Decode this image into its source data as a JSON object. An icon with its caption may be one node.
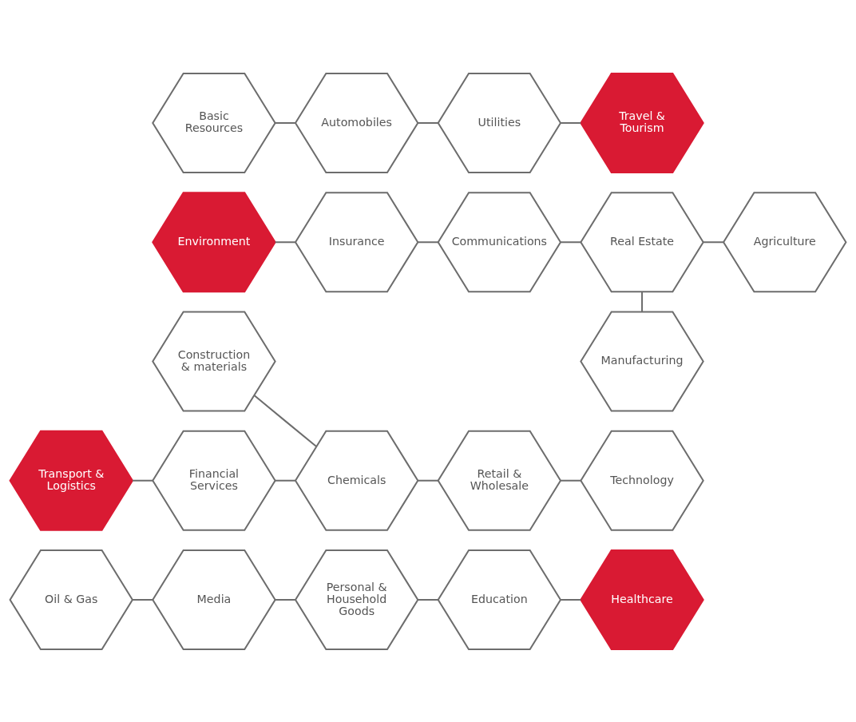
{
  "diagram": {
    "nodes": [
      {
        "text": [
          "Basic Resources"
        ]
      },
      {
        "text": [
          "Automobiles"
        ]
      },
      {
        "text": [
          "Utilities"
        ]
      },
      {
        "text": [
          "Travel & Tourism"
        ]
      },
      {
        "text": [
          "Environment"
        ]
      },
      {
        "text": [
          "Insurance"
        ]
      },
      {
        "text": [
          "Communications"
        ]
      },
      {
        "text": [
          "Real Estate"
        ]
      },
      {
        "text": [
          "Agriculture"
        ]
      },
      {
        "text": [
          "Manufacturing"
        ]
      },
      {
        "text": [
          "Construction & materials"
        ]
      },
      {
        "text": [
          "Transport & Logistics"
        ]
      },
      {
        "text": [
          "Financial Services"
        ]
      },
      {
        "text": [
          "Chemicals"
        ]
      },
      {
        "text": [
          "Retail & Wholesale"
        ]
      },
      {
        "text": [
          "Technology"
        ]
      },
      {
        "text": [
          "Oil & Gas"
        ]
      },
      {
        "text": [
          "Media"
        ]
      },
      {
        "text": [
          "Personal & Household Goods"
        ]
      },
      {
        "text": [
          "Education"
        ]
      },
      {
        "text": [
          "Healthcare"
        ]
      }
    ],
    "edges": [
      {
        "from": 0,
        "to": 1,
        "arrow": "none"
      },
      {
        "from": 1,
        "to": 2,
        "arrow": "none"
      },
      {
        "from": 2,
        "to": 3,
        "arrow": "none"
      },
      {
        "from": 4,
        "to": 5,
        "arrow": "none"
      },
      {
        "from": 5,
        "to": 6,
        "arrow": "none"
      },
      {
        "from": 6,
        "to": 7,
        "arrow": "none"
      },
      {
        "from": 7,
        "to": 8,
        "arrow": "none"
      },
      {
        "from": 7,
        "to": 9,
        "arrow": "none"
      },
      {
        "from": 11,
        "to": 12,
        "arrow": "none"
      },
      {
        "from": 12,
        "to": 13,
        "arrow": "none"
      },
      {
        "from": 10,
        "to": 13,
        "arrow": "none"
      },
      {
        "from": 13,
        "to": 14,
        "arrow": "none"
      },
      {
        "from": 14,
        "to": 15,
        "arrow": "none"
      },
      {
        "from": 16,
        "to": 17,
        "arrow": "none"
      },
      {
        "from": 17,
        "to": 18,
        "arrow": "none"
      },
      {
        "from": 18,
        "to": 19,
        "arrow": "none"
      },
      {
        "from": 19,
        "to": 20,
        "arrow": "none"
      }
    ]
  }
}
